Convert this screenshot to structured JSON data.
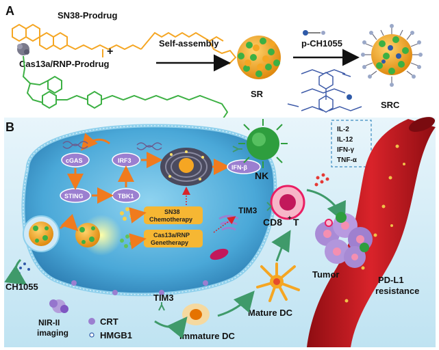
{
  "panel_a": {
    "label": "A",
    "sn38_prodrug": "SN38-Prodrug",
    "plus": "+",
    "cas13a_prodrug": "Cas13a/RNP-Prodrug",
    "step1": "Self-assembly",
    "sr": "SR",
    "step2": "p-CH1055",
    "src": "SRC"
  },
  "panel_b": {
    "label": "B",
    "cgas": "cGAS",
    "sting": "STING",
    "irf3": "IRF3",
    "tbk1": "TBK1",
    "ifn_beta": "IFN-β",
    "sn38_chemo_1": "SN38",
    "sn38_chemo_2": "Chemotherapy",
    "cas_gene_1": "Cas13a/RNP",
    "cas_gene_2": "Genetherapy",
    "nk": "NK",
    "tim3_top": "TIM3",
    "cd8_main": "CD8",
    "cd8_sup": "+",
    "cd8_t": "T",
    "cytokine_1": "IL-2",
    "cytokine_2": "IL-12",
    "cytokine_3": "IFN-γ",
    "cytokine_4": "TNF-α",
    "tumor": "Tumor",
    "pdl1_1": "PD-L1",
    "pdl1_2": "resistance",
    "mature_dc": "Mature DC",
    "immature_dc": "Immature DC",
    "tim3_bottom": "TIM3",
    "ch1055": "CH1055",
    "nir_1": "NIR-II",
    "nir_2": "imaging",
    "crt": "CRT",
    "hmgb1": "HMGB1"
  },
  "colors": {
    "sn38_orange": "#f5a623",
    "cas_green": "#3cb043",
    "cell_blue": "#4aa8d8",
    "vessel_red": "#c4161c",
    "nk_green": "#2e9e3e",
    "tumor_purple": "#a98bd6",
    "arrow_orange": "#f07b1e",
    "label_yellow": "#f6b733"
  }
}
